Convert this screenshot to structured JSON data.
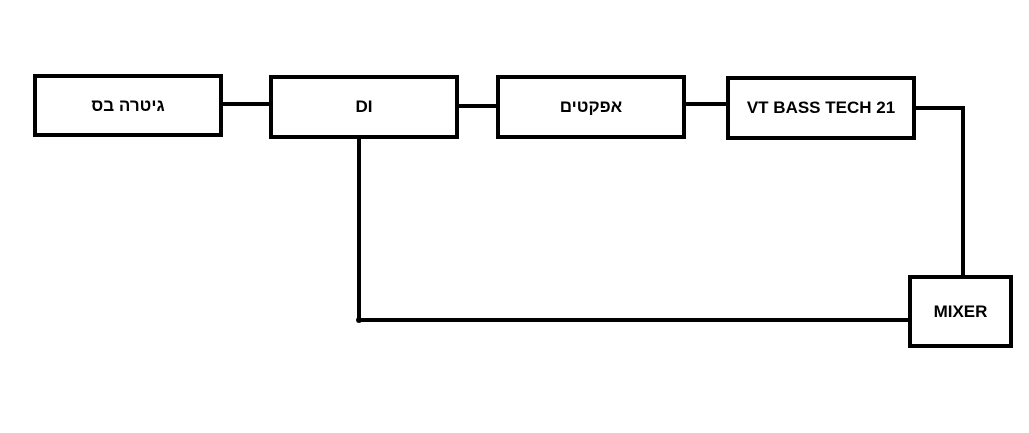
{
  "blocks": {
    "bass_guitar": "גיטרה בס",
    "di": "DI",
    "effects": "אפקטים",
    "amp": "VT BASS TECH 21",
    "mixer": "MIXER"
  },
  "connections": [
    {
      "from": "bass_guitar",
      "to": "di"
    },
    {
      "from": "di",
      "to": "effects"
    },
    {
      "from": "effects",
      "to": "amp"
    },
    {
      "from": "amp",
      "to": "mixer"
    },
    {
      "from": "di",
      "to": "mixer"
    }
  ],
  "colors": {
    "line": "#000000",
    "background": "#ffffff"
  }
}
